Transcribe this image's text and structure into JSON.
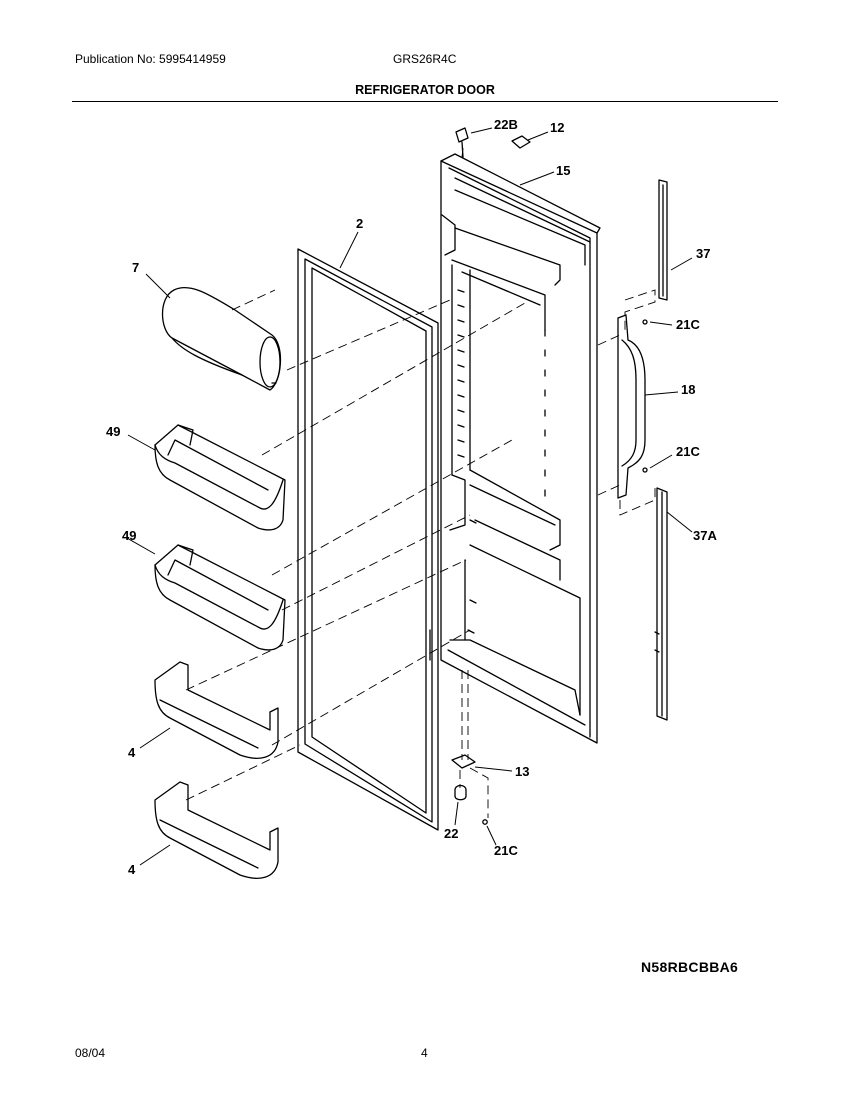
{
  "header": {
    "publication": "Publication No: 5995414959",
    "model": "GRS26R4C",
    "title": "REFRIGERATOR DOOR"
  },
  "callouts": {
    "c22b": "22B",
    "c12": "12",
    "c15": "15",
    "c2": "2",
    "c7": "7",
    "c37": "37",
    "c21c_a": "21C",
    "c18": "18",
    "c49_a": "49",
    "c49_b": "49",
    "c21c_b": "21C",
    "c37a": "37A",
    "c4_a": "4",
    "c4_b": "4",
    "c13": "13",
    "c22": "22",
    "c21c_c": "21C"
  },
  "footer": {
    "diagram_code": "N58RBCBBA6",
    "date": "08/04",
    "page": "4"
  }
}
